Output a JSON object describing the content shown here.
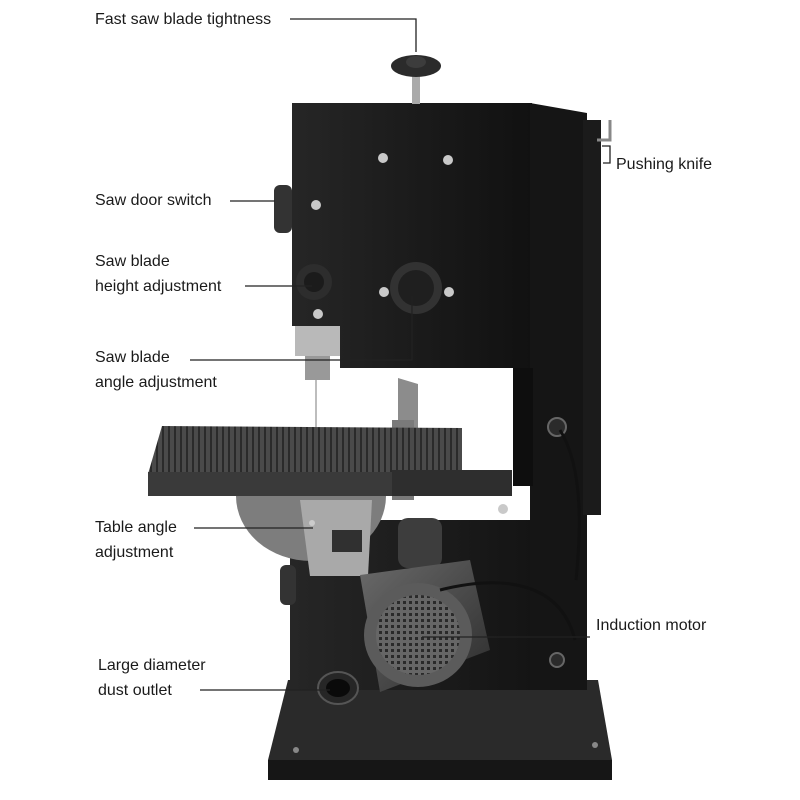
{
  "labels": {
    "fast_saw_blade_tightness": "Fast saw blade tightness",
    "pushing_knife": "Pushing knife",
    "saw_door_switch": "Saw door switch",
    "saw_blade_height_adjustment": [
      "Saw blade",
      "height adjustment"
    ],
    "saw_blade_angle_adjustment": [
      "Saw blade",
      "angle adjustment"
    ],
    "table_angle_adjustment": [
      "Table angle",
      "adjustment"
    ],
    "induction_motor": "Induction motor",
    "large_diameter_dust_outlet": [
      "Large diameter",
      "dust outlet"
    ]
  },
  "colors": {
    "machine_body": "#1f1f1f",
    "table": "#3a3a3a",
    "motor": "#4a4a4a",
    "leader_line": "#222222",
    "label_text": "#1a1a1a"
  }
}
